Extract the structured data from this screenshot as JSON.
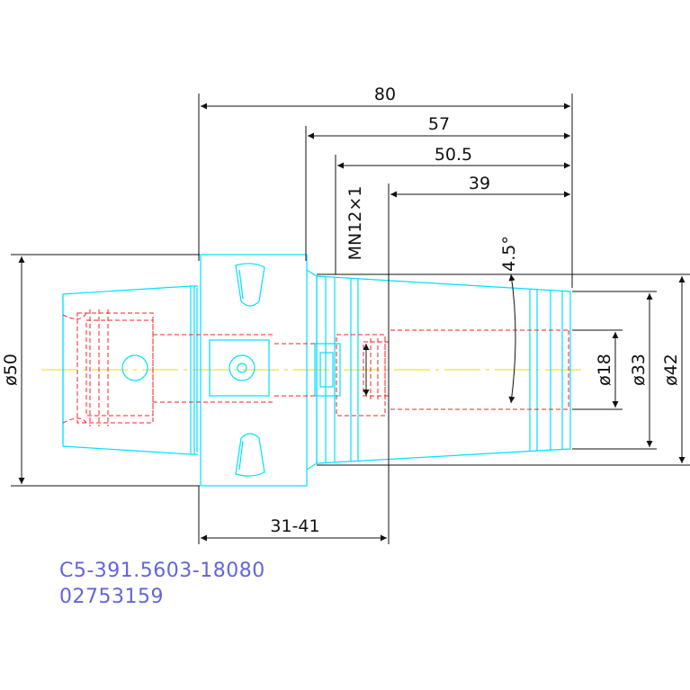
{
  "dimensions": {
    "length_80": "80",
    "length_57": "57",
    "length_50_5": "50.5",
    "length_39": "39",
    "thread": "MN12×1",
    "taper_angle": "4.5°",
    "diameter_50": "ø50",
    "diameter_18": "ø18",
    "diameter_33": "ø33",
    "diameter_42": "ø42",
    "range_31_41": "31-41"
  },
  "part": {
    "code": "C5-391.5603-18080",
    "number": "02753159"
  },
  "colors": {
    "outline": "#00e0ff",
    "hidden": "#ff2020",
    "center": "#e0e000",
    "dimension": "#111111",
    "label": "#6464e0"
  }
}
